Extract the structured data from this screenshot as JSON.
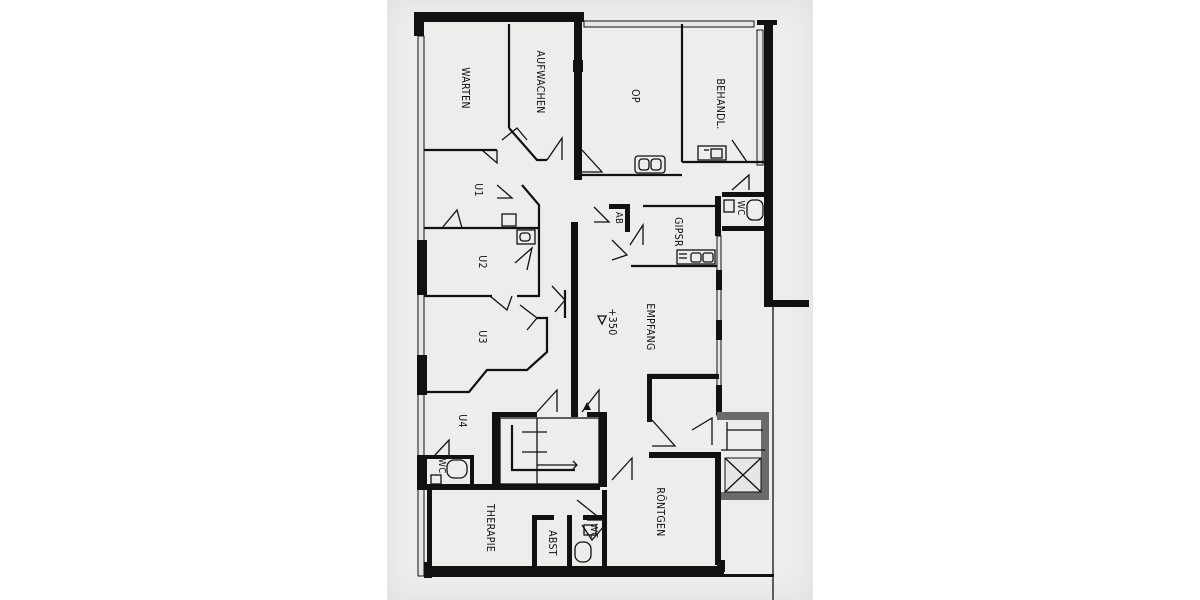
{
  "rooms": {
    "warten": "WARTEN",
    "aufwachen": "AUFWACHEN",
    "op": "OP",
    "behandl": "BEHANDL.",
    "u1": "U1",
    "u2": "U2",
    "u3": "U3",
    "u4": "U4",
    "ab": "AB",
    "gipsr": "GIPSR",
    "empfang": "EMPFANG",
    "wc_top": "WC",
    "wc_left": "WC",
    "wc_bottom": "WC",
    "therapie": "THERAPIE",
    "abst": "ABST",
    "roentgen": "RÖNTGEN"
  },
  "level_marker": "+350",
  "colors": {
    "wall": "#111111",
    "paper": "#ededeb",
    "background": "#ffffff",
    "shading": "#6b6b6b"
  }
}
